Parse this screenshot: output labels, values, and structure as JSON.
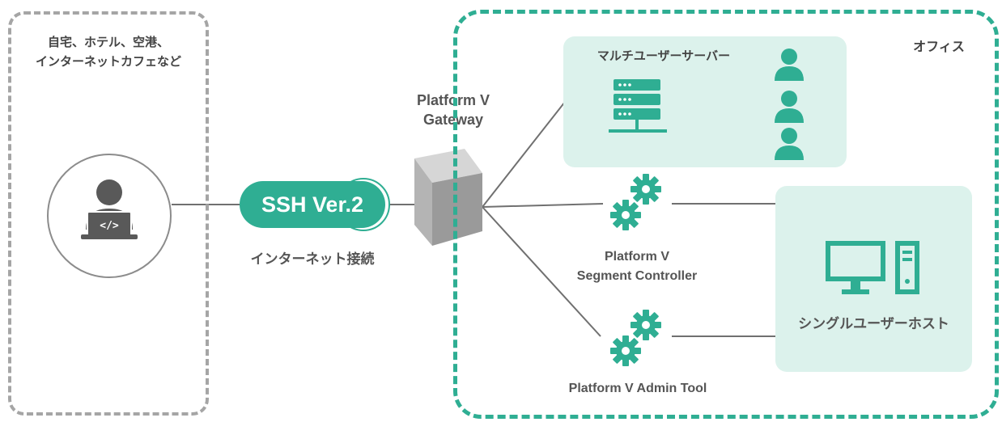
{
  "remote": {
    "label_line1": "自宅、ホテル、空港、",
    "label_line2": "インターネットカフェなど"
  },
  "connection": {
    "pill_text": "SSH Ver.2",
    "caption": "インターネット接続"
  },
  "gateway": {
    "line1": "Platform V",
    "line2": "Gateway"
  },
  "office": {
    "label": "オフィス"
  },
  "multi_server": {
    "label": "マルチユーザーサーバー"
  },
  "segment_controller": {
    "line1": "Platform V",
    "line2": "Segment Controller"
  },
  "admin_tool": {
    "label": "Platform V Admin Tool"
  },
  "single_host": {
    "label": "シングルユーザーホスト"
  },
  "colors": {
    "accent": "#2fae93",
    "panel": "#dcf2ec",
    "gray": "#a5a5a5",
    "text": "#555555"
  }
}
